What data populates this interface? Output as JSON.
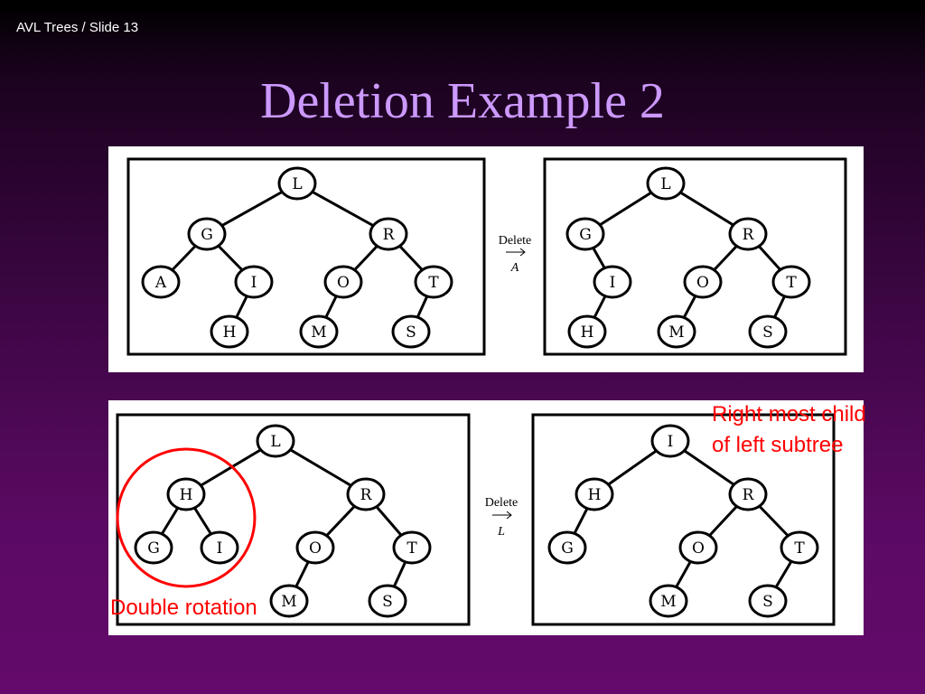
{
  "slide": {
    "label": "AVL Trees / Slide 13",
    "title": "Deletion Example 2"
  },
  "colors": {
    "title": "#cc99ff",
    "annotation": "#ff0000",
    "background_top": "#000000",
    "background_bottom": "#640a6c"
  },
  "diagram1": {
    "operation_label": "Delete",
    "operation_key": "A",
    "before": {
      "nodes": [
        "L",
        "G",
        "R",
        "A",
        "I",
        "O",
        "T",
        "H",
        "M",
        "S"
      ],
      "edges": [
        [
          "L",
          "G"
        ],
        [
          "L",
          "R"
        ],
        [
          "G",
          "A"
        ],
        [
          "G",
          "I"
        ],
        [
          "I",
          "H"
        ],
        [
          "R",
          "O"
        ],
        [
          "R",
          "T"
        ],
        [
          "O",
          "M"
        ],
        [
          "T",
          "S"
        ]
      ]
    },
    "after": {
      "nodes": [
        "L",
        "G",
        "R",
        "I",
        "O",
        "T",
        "H",
        "M",
        "S"
      ],
      "edges": [
        [
          "L",
          "G"
        ],
        [
          "L",
          "R"
        ],
        [
          "G",
          "I"
        ],
        [
          "I",
          "H"
        ],
        [
          "R",
          "O"
        ],
        [
          "R",
          "T"
        ],
        [
          "O",
          "M"
        ],
        [
          "T",
          "S"
        ]
      ]
    }
  },
  "diagram2": {
    "operation_label": "Delete",
    "operation_key": "L",
    "before": {
      "nodes": [
        "L",
        "H",
        "R",
        "G",
        "I",
        "O",
        "T",
        "M",
        "S"
      ],
      "edges": [
        [
          "L",
          "H"
        ],
        [
          "L",
          "R"
        ],
        [
          "H",
          "G"
        ],
        [
          "H",
          "I"
        ],
        [
          "R",
          "O"
        ],
        [
          "R",
          "T"
        ],
        [
          "O",
          "M"
        ],
        [
          "T",
          "S"
        ]
      ]
    },
    "after": {
      "nodes": [
        "I",
        "H",
        "R",
        "G",
        "O",
        "T",
        "M",
        "S"
      ],
      "edges": [
        [
          "I",
          "H"
        ],
        [
          "I",
          "R"
        ],
        [
          "H",
          "G"
        ],
        [
          "R",
          "O"
        ],
        [
          "R",
          "T"
        ],
        [
          "O",
          "M"
        ],
        [
          "T",
          "S"
        ]
      ]
    }
  },
  "annotations": {
    "double_rotation": "Double rotation",
    "right_most_line1": "Right most child",
    "right_most_line2": "of left subtree"
  }
}
